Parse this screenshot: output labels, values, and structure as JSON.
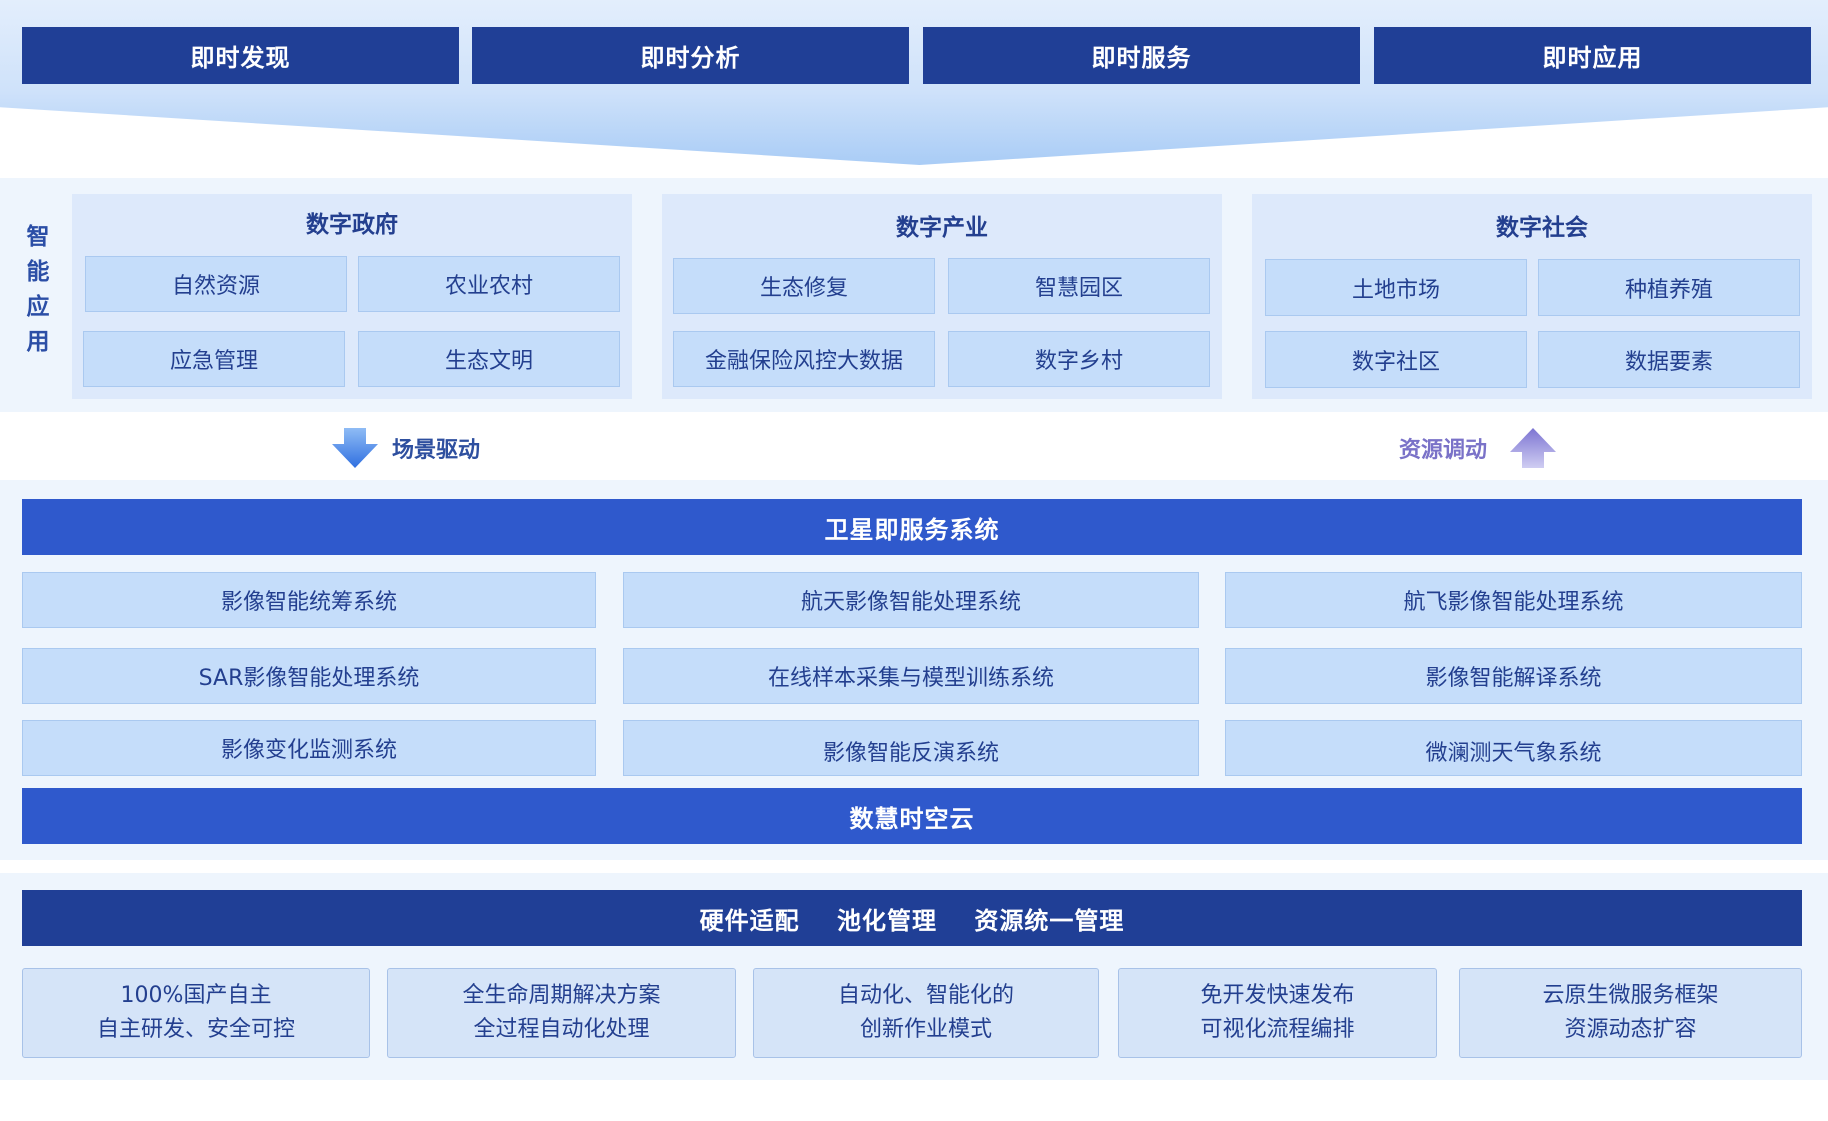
{
  "top_tabs": [
    "即时发现",
    "即时分析",
    "即时服务",
    "即时应用"
  ],
  "side_label": [
    "智",
    "能",
    "应",
    "用"
  ],
  "app_groups": [
    {
      "title": "数字政府",
      "items": [
        "自然资源",
        "农业农村",
        "应急管理",
        "生态文明"
      ]
    },
    {
      "title": "数字产业",
      "items": [
        "生态修复",
        "智慧园区",
        "金融保险风控大数据",
        "数字乡村"
      ]
    },
    {
      "title": "数字社会",
      "items": [
        "土地市场",
        "种植养殖",
        "数字社区",
        "数据要素"
      ]
    }
  ],
  "drive": {
    "left_label": "场景驱动",
    "right_label": "资源调动"
  },
  "satellite_service": {
    "title": "卫星即服务系统",
    "systems": [
      [
        "影像智能统筹系统",
        "航天影像智能处理系统",
        "航飞影像智能处理系统"
      ],
      [
        "SAR影像智能处理系统",
        "在线样本采集与模型训练系统",
        "影像智能解译系统"
      ],
      [
        "影像变化监测系统",
        "影像智能反演系统",
        "微澜测天气象系统"
      ]
    ],
    "cloud": "数慧时空云"
  },
  "foundation": {
    "title": "硬件适配    池化管理    资源统一管理",
    "cards": [
      [
        "100%国产自主",
        "自主研发、安全可控"
      ],
      [
        "全生命周期解决方案",
        "全过程自动化处理"
      ],
      [
        "自动化、智能化的",
        "创新作业模式"
      ],
      [
        "免开发快速发布",
        "可视化流程编排"
      ],
      [
        "云原生微服务框架",
        "资源动态扩容"
      ]
    ]
  },
  "colors": {
    "dark_blue": "#203f96",
    "bright_blue": "#2f59cc",
    "cell_blue": "#c5ddfa",
    "panel_bg": "#eef5fd",
    "arrow_down": "#3f7de6",
    "arrow_up": "#8d86d8"
  }
}
